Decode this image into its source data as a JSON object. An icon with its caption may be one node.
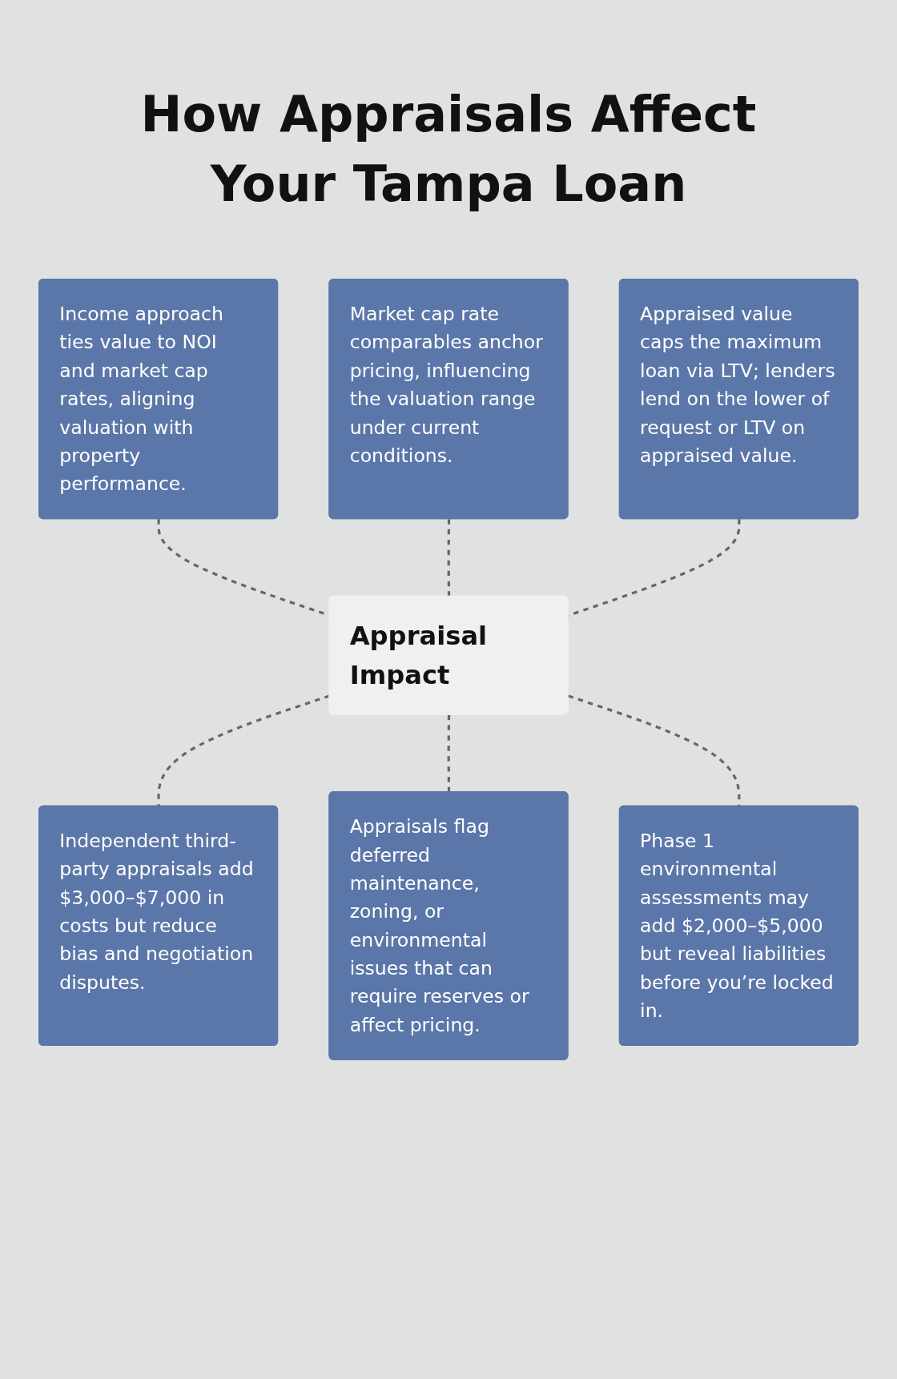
{
  "diagram": {
    "title": "How Appraisals Affect Your Tampa Loan",
    "nodes": [
      {
        "text": [
          "Income approach ties value to NOI and market cap rates, aligning valuation with property performance."
        ]
      },
      {
        "text": [
          "Market cap rate comparables anchor pricing, influencing the valuation range under current conditions."
        ]
      },
      {
        "text": [
          "Appraised value caps the maximum loan via LTV; lenders lend on the lower of request or LTV on appraised value."
        ]
      },
      {
        "text": [
          "Appraisal Impact"
        ]
      },
      {
        "text": [
          "Independent third-party appraisals add $3,000–$7,000 in costs but reduce bias and negotiation disputes."
        ]
      },
      {
        "text": [
          "Appraisals flag deferred maintenance, zoning, or environmental issues that can require reserves or affect pricing."
        ]
      },
      {
        "text": [
          "Phase 1 environmental assessments may add $2,000–$5,000 but reveal liabilities before you’re locked in."
        ]
      }
    ],
    "edges": [
      {
        "from": 0,
        "to": 3,
        "arrow": "none",
        "style": "dashed"
      },
      {
        "from": 1,
        "to": 3,
        "arrow": "none",
        "style": "dashed"
      },
      {
        "from": 2,
        "to": 3,
        "arrow": "none",
        "style": "dashed"
      },
      {
        "from": 3,
        "to": 4,
        "arrow": "none",
        "style": "dashed"
      },
      {
        "from": 3,
        "to": 5,
        "arrow": "none",
        "style": "dashed"
      },
      {
        "from": 3,
        "to": 6,
        "arrow": "none",
        "style": "dashed"
      }
    ]
  }
}
